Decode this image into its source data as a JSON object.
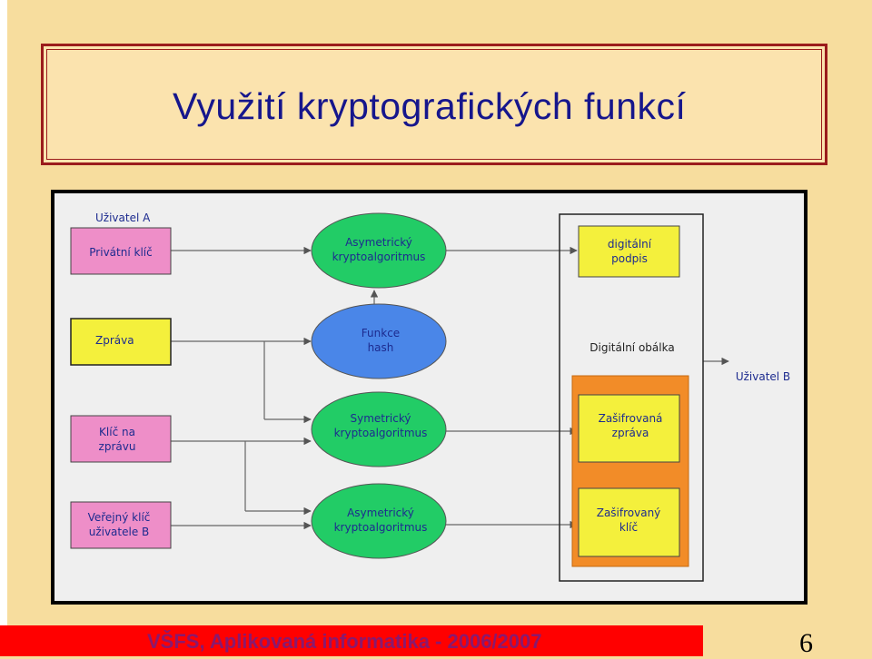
{
  "slide": {
    "title": "Využití kryptografických funkcí",
    "footer": "VŠFS, Aplikovaná informatika - 2006/2007",
    "page_number": "6"
  },
  "diagram": {
    "user_a": "Uživatel A",
    "private_key": [
      "Privátní klíč"
    ],
    "message": [
      "Zpráva"
    ],
    "message_key": [
      "Klíč na",
      "zprávu"
    ],
    "public_key_b": [
      "Veřejný klíč",
      "uživatele B"
    ],
    "asym_top": [
      "Asymetrický",
      "kryptoalgoritmus"
    ],
    "hash": [
      "Funkce",
      "hash"
    ],
    "sym": [
      "Symetrický",
      "kryptoalgoritmus"
    ],
    "asym_bottom": [
      "Asymetrický",
      "kryptoalgoritmus"
    ],
    "signature": [
      "digitální",
      "podpis"
    ],
    "envelope": "Digitální obálka",
    "enc_message": [
      "Zašifrovaná",
      "zpráva"
    ],
    "enc_key": [
      "Zašifrovaný",
      "klíč"
    ],
    "user_b": "Uživatel B"
  },
  "colors": {
    "pink": "#ee8ec8",
    "yellow": "#f4f03c",
    "green": "#22cc66",
    "blue": "#4a86e8",
    "orange": "#f28c28",
    "title_blue": "#16168c",
    "frame_red": "#9b1c1c"
  }
}
